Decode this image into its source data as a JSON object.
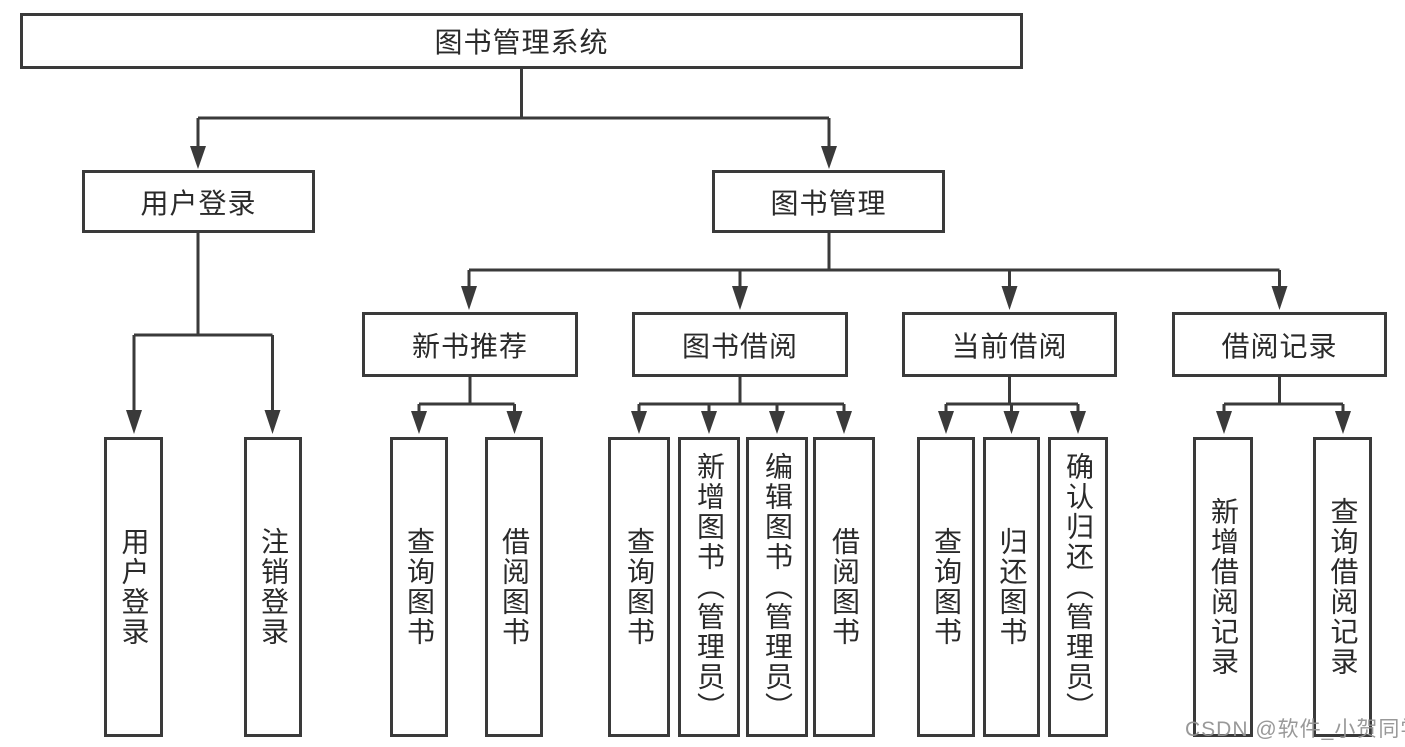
{
  "diagram": {
    "title": "图书管理系统",
    "branches": [
      {
        "label": "用户登录",
        "children": [
          {
            "label": "用户登录"
          },
          {
            "label": "注销登录"
          }
        ]
      },
      {
        "label": "图书管理",
        "sections": [
          {
            "label": "新书推荐",
            "children": [
              {
                "label": "查询图书"
              },
              {
                "label": "借阅图书"
              }
            ]
          },
          {
            "label": "图书借阅",
            "children": [
              {
                "label": "查询图书"
              },
              {
                "label": "新增图书（管理员）"
              },
              {
                "label": "编辑图书（管理员）"
              },
              {
                "label": "借阅图书"
              }
            ]
          },
          {
            "label": "当前借阅",
            "children": [
              {
                "label": "查询图书"
              },
              {
                "label": "归还图书"
              },
              {
                "label": "确认归还（管理员）"
              }
            ]
          },
          {
            "label": "借阅记录",
            "children": [
              {
                "label": "新增借阅记录"
              },
              {
                "label": "查询借阅记录"
              }
            ]
          }
        ]
      }
    ]
  },
  "watermark": {
    "text": "CSDN @软件_小贺同学",
    "color": "#949494"
  },
  "colors": {
    "background": "#ffffff",
    "box_border": "#3a3a3a",
    "connector": "#3a3a3a",
    "text": "#2a2a2a"
  }
}
